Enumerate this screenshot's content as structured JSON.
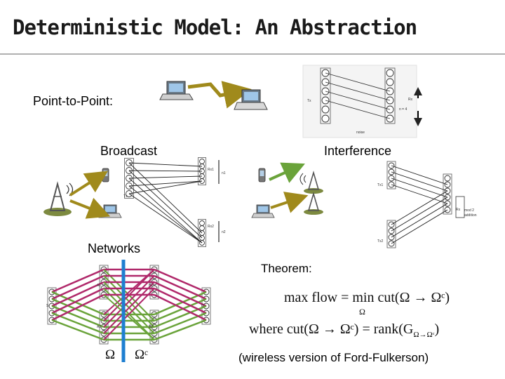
{
  "slide": {
    "title": "Deterministic Model: An Abstraction",
    "point_to_point_label": "Point-to-Point:",
    "broadcast_label": "Broadcast",
    "interference_label": "Interference",
    "networks_label": "Networks",
    "theorem_label": "Theorem:",
    "formula_line1": "max flow = min cut(Ω → Ωᶜ)",
    "formula_line1_sub": "Ω",
    "formula_line2": "where cut(Ω → Ωᶜ) = rank(G",
    "formula_line2_sub": "Ω→Ωᶜ",
    "formula_line2_end": ")",
    "footnote": "(wireless version of  Ford-Fulkerson)",
    "omega_label": "Ω",
    "omega_c_label": "Ωᶜ"
  },
  "colors": {
    "olive_arrow": "#a08a1c",
    "green_arrow": "#6aa33a",
    "magenta_arrow": "#b0286a",
    "blue_cut": "#1e7fd1",
    "node_fill": "#ffffff",
    "node_stroke": "#333333"
  },
  "icons": [
    "laptop-icon",
    "cell-tower-icon",
    "phone-icon"
  ]
}
